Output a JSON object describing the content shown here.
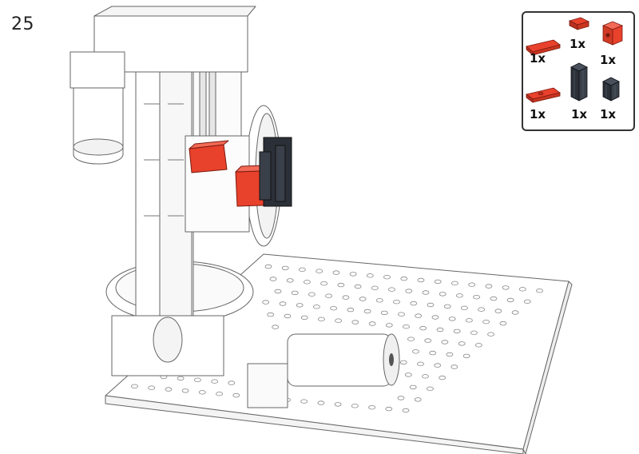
{
  "step": {
    "number": "25"
  },
  "parts_list": {
    "items": [
      {
        "name": "red-plate-1x2",
        "quantity": "1x",
        "color": "#e8412c"
      },
      {
        "name": "red-plate-1x1",
        "quantity": "1x",
        "color": "#e8412c"
      },
      {
        "name": "red-cube-block",
        "quantity": "1x",
        "color": "#e8412c"
      },
      {
        "name": "red-plate-1x2-with-hole",
        "quantity": "1x",
        "color": "#e8412c"
      },
      {
        "name": "black-building-block-30",
        "quantity": "1x",
        "color": "#2b3038"
      },
      {
        "name": "black-building-block-15",
        "quantity": "1x",
        "color": "#2b3038"
      }
    ]
  },
  "colors": {
    "highlight_red": "#e8412c",
    "part_black": "#2b3038",
    "outline": "#555555",
    "model_white": "#ffffff"
  }
}
